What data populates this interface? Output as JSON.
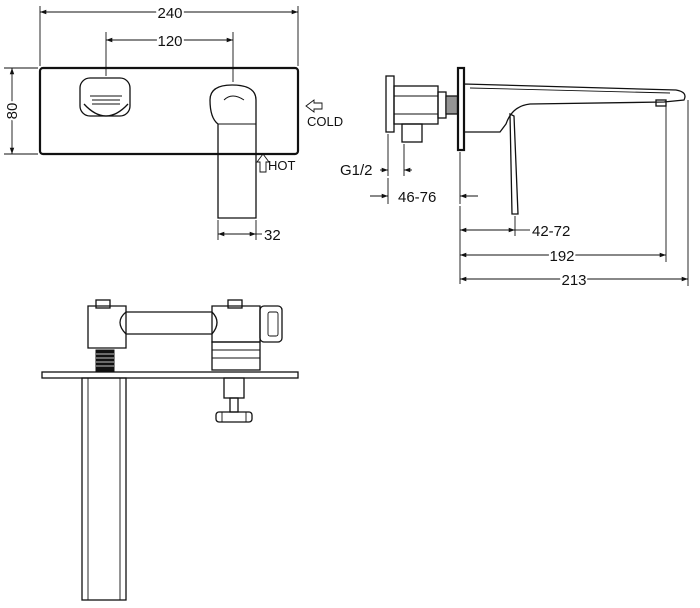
{
  "dimensions": {
    "plate_width": "240",
    "handle_spacing": "120",
    "plate_height": "80",
    "handle_width": "32",
    "thread": "G1/2",
    "wall_depth": "46-76",
    "lever_offset": "42-72",
    "spout_reach": "192",
    "overall_depth": "213"
  },
  "labels": {
    "cold": "COLD",
    "hot": "HOT"
  }
}
